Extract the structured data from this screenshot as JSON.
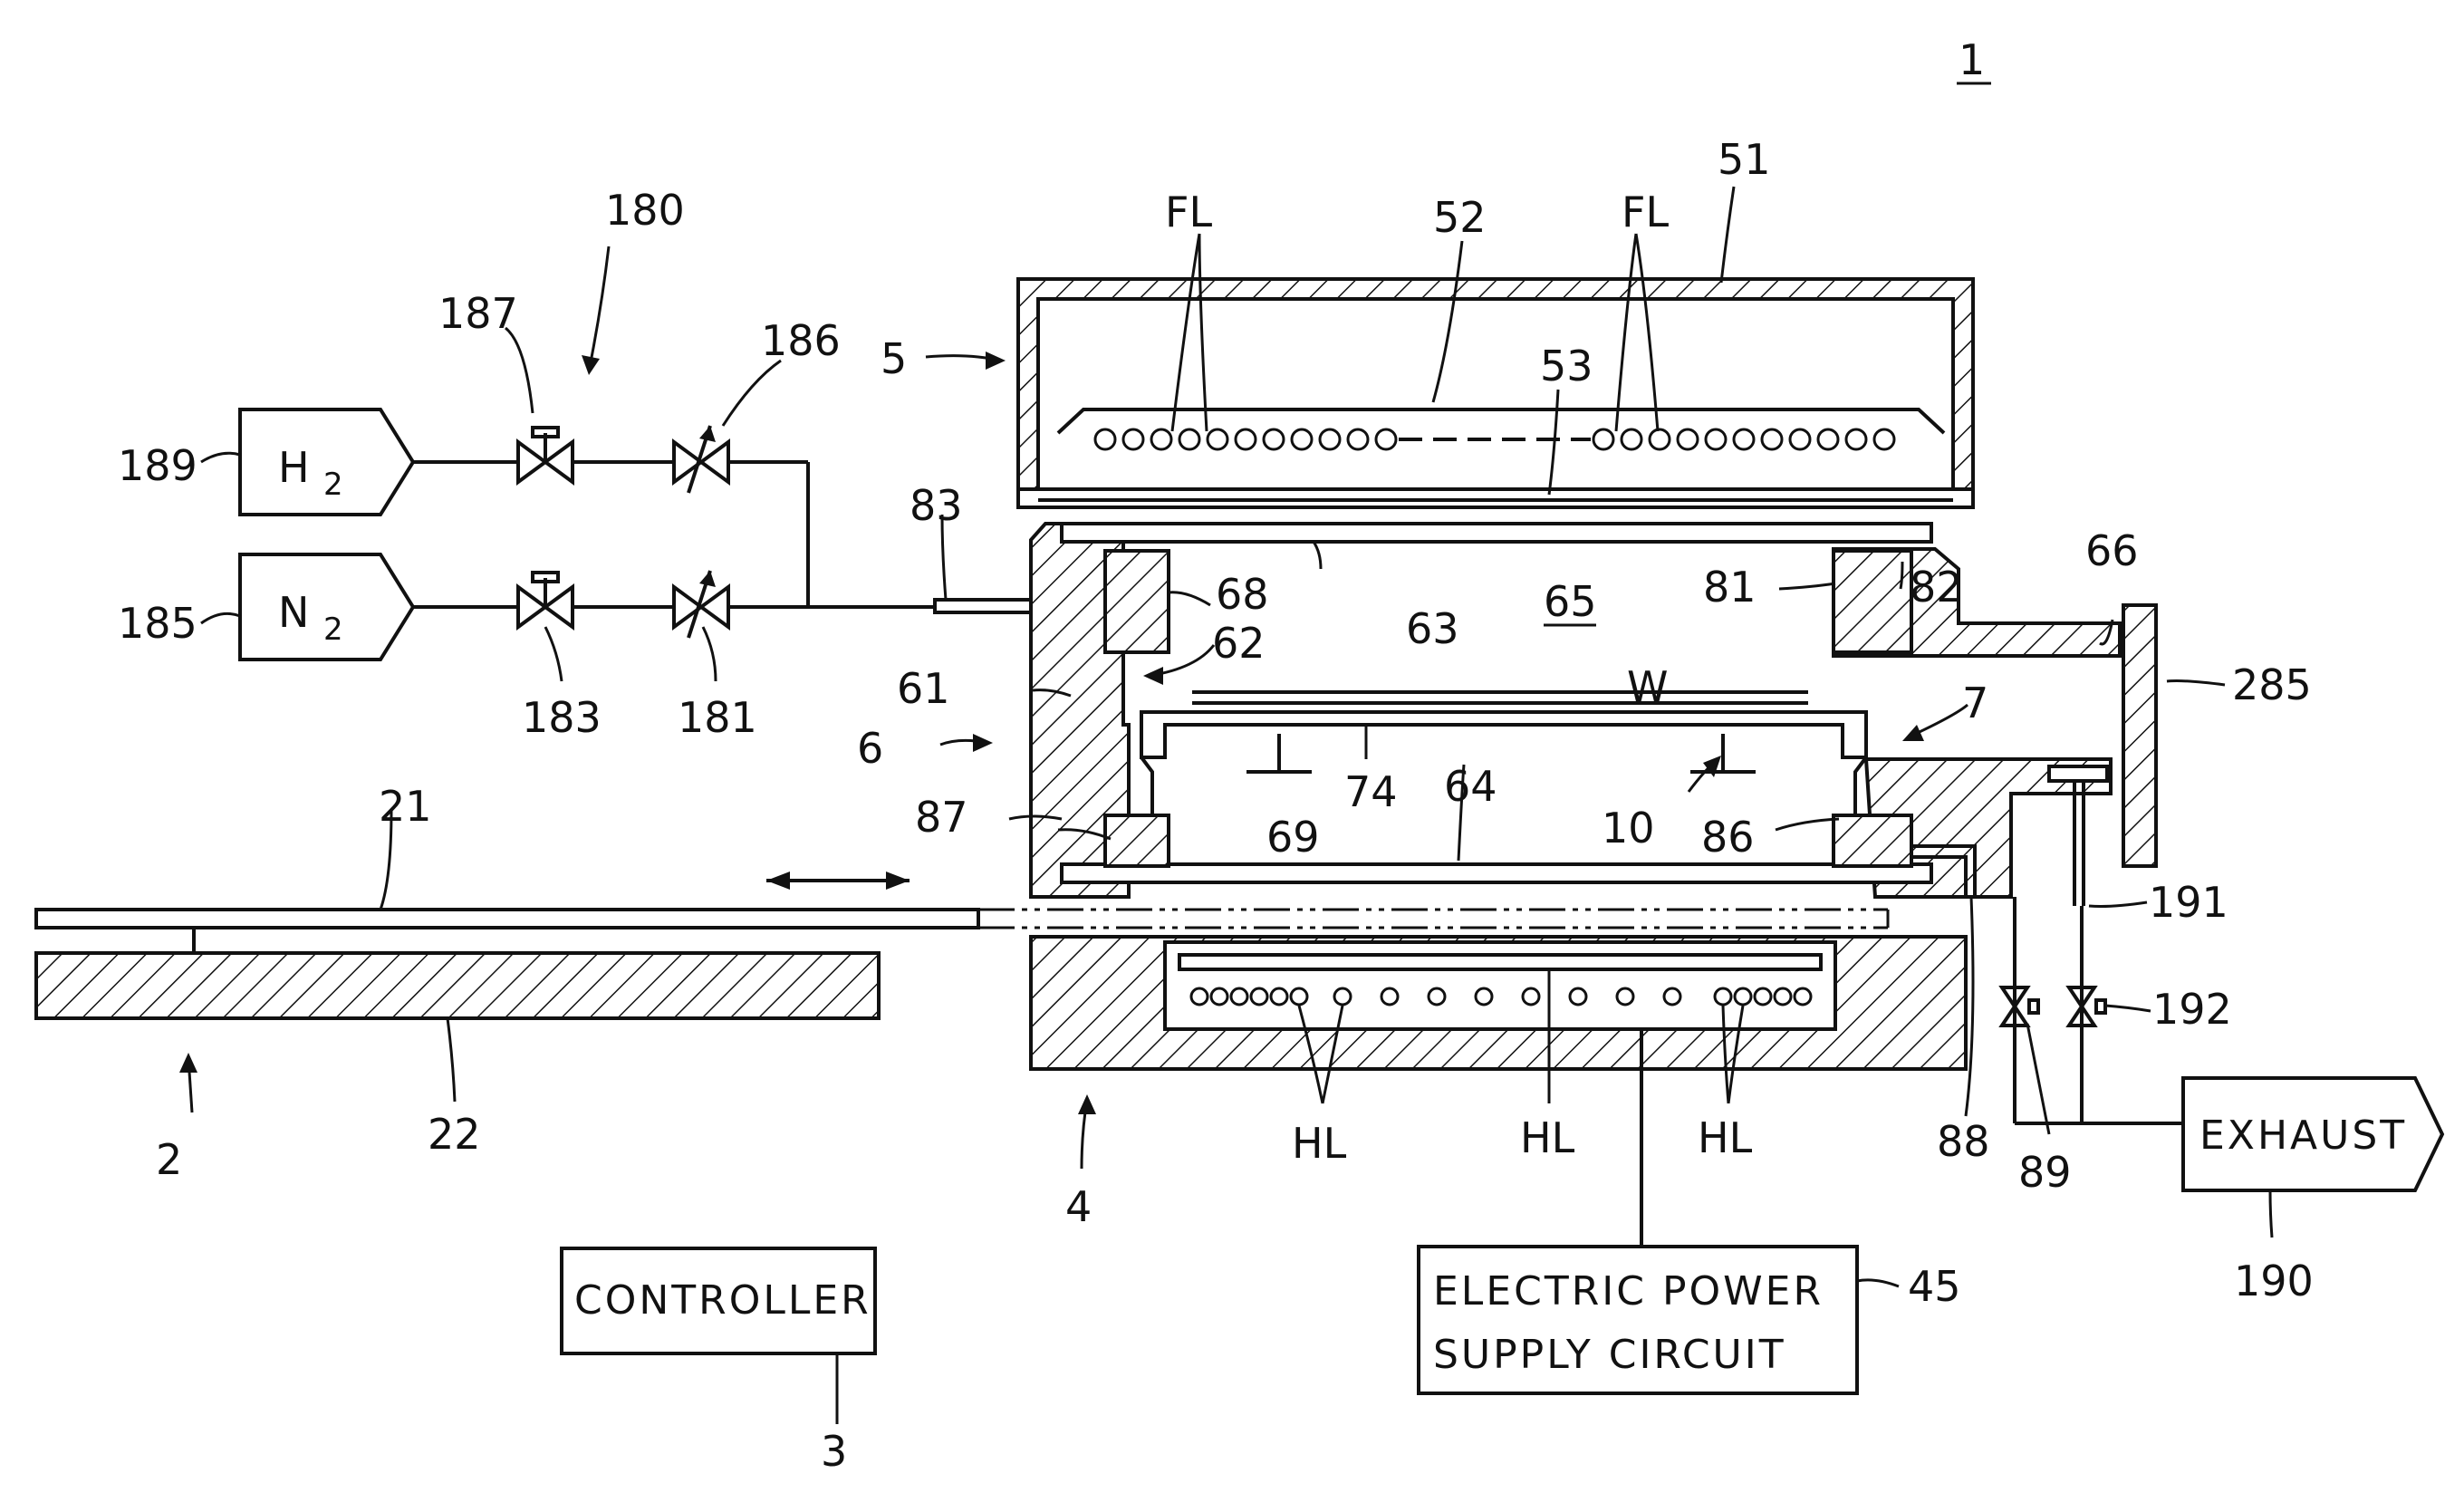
{
  "figure_number": "1",
  "boxes": {
    "h2_source": "H",
    "h2_sub": "2",
    "n2_source": "N",
    "n2_sub": "2",
    "controller": "CONTROLLER",
    "power_line1": "ELECTRIC POWER",
    "power_line2": "SUPPLY CIRCUIT",
    "exhaust": "EXHAUST"
  },
  "labels": {
    "l180": "180",
    "l187": "187",
    "l186": "186",
    "l189": "189",
    "l185": "185",
    "l183": "183",
    "l181": "181",
    "l83": "83",
    "l5": "5",
    "fl_left": "FL",
    "l52": "52",
    "fl_right": "FL",
    "l51": "51",
    "l53": "53",
    "l68": "68",
    "l63": "63",
    "l65": "65",
    "l81": "81",
    "l82": "82",
    "l66": "66",
    "l62": "62",
    "l61": "61",
    "l285": "285",
    "lW": "W",
    "l6": "6",
    "l7": "7",
    "l74": "74",
    "l64": "64",
    "l10": "10",
    "l87": "87",
    "l69": "69",
    "l86": "86",
    "l21": "21",
    "l191": "191",
    "l192": "192",
    "l2": "2",
    "l22": "22",
    "hl_left": "HL",
    "hl_mid": "HL",
    "hl_right": "HL",
    "l4": "4",
    "l88": "88",
    "l89": "89",
    "l190": "190",
    "l3": "3",
    "l45": "45"
  }
}
